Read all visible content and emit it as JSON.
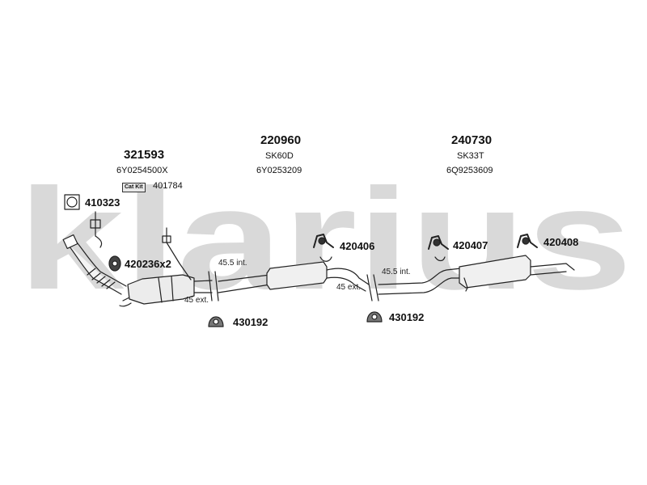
{
  "watermark": {
    "text": "klarius",
    "color": "#d9d9d9"
  },
  "sections": [
    {
      "id": "front",
      "number": "321593",
      "ref": "6Y0254500X"
    },
    {
      "id": "middle",
      "number": "220960",
      "code": "SK60D",
      "ref": "6Y0253209"
    },
    {
      "id": "rear",
      "number": "240730",
      "code": "SK33T",
      "ref": "6Q9253609"
    }
  ],
  "cat_kit": {
    "badge": "Cat Kit",
    "number": "401784"
  },
  "parts": {
    "gasket": "410323",
    "clamp_front": "420236x2",
    "mount_1": "420406",
    "mount_2": "420407",
    "mount_3": "420408",
    "clamp_a": "430192",
    "clamp_b": "430192"
  },
  "dimensions": {
    "int_1": "45.5 int.",
    "ext_1": "45 ext.",
    "int_2": "45.5 int.",
    "ext_2": "45 ext."
  },
  "colors": {
    "line": "#222222",
    "pipe_fill": "#f4f4f4",
    "shadow": "#9a9a9a"
  }
}
